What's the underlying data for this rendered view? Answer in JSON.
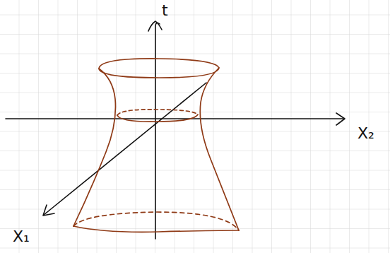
{
  "diagram": {
    "labels": [
      "t",
      "X₂",
      "X₁"
    ]
  }
}
